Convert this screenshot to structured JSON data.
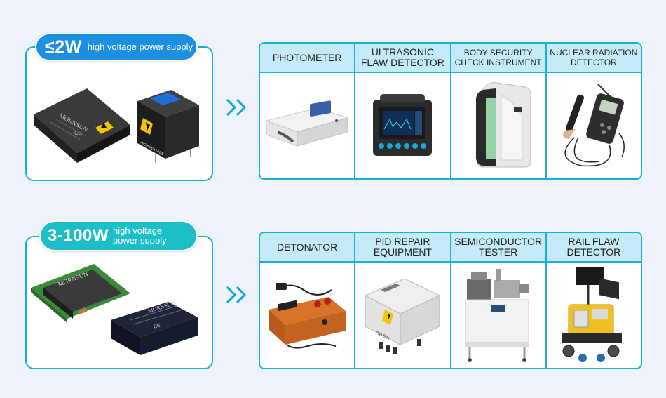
{
  "section1": {
    "power": "≤2W",
    "description": "high voltage power supply",
    "product_brand": "MORNSUN",
    "product_warning": "HIGH VOLTAGE",
    "applications": [
      {
        "label": "PHOTOMETER",
        "icon": "photometer"
      },
      {
        "label": "ULTRASONIC\nFLAW DETECTOR",
        "icon": "flaw-detector"
      },
      {
        "label": "BODY SECURITY\nCHECK INSTRUMENT",
        "icon": "body-scanner"
      },
      {
        "label": "NUCLEAR RADIATION\nDETECTOR",
        "icon": "radiation-detector"
      }
    ]
  },
  "section2": {
    "power": "3-100W",
    "description": "high voltage\npower supply",
    "product_brand": "MORNSUN",
    "applications": [
      {
        "label": "DETONATOR",
        "icon": "detonator"
      },
      {
        "label": "PID REPAIR\nEQUIPMENT",
        "icon": "pid-box"
      },
      {
        "label": "SEMICONDUCTOR\nTESTER",
        "icon": "semiconductor-tester"
      },
      {
        "label": "RAIL FLAW\nDETECTOR",
        "icon": "rail-detector"
      }
    ]
  },
  "colors": {
    "accent": "#18b0d5",
    "badge1": "#1c8fe0",
    "badge2": "#1cbec8",
    "header_bg": "#c5ebf8",
    "background": "#eef2fa"
  }
}
